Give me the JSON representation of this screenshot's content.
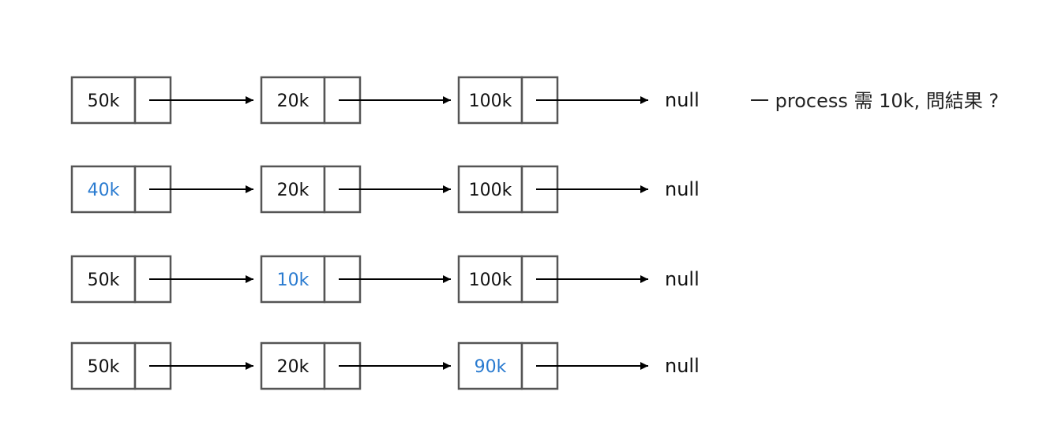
{
  "colors": {
    "text": "#111111",
    "highlight": "#2a7bd0",
    "border": "#555555",
    "arrow": "#000000"
  },
  "question": "一 process 需 10k, 問結果 ?",
  "rows": [
    {
      "name": "row-original",
      "nodes": [
        {
          "value": "50k",
          "highlight": false
        },
        {
          "value": "20k",
          "highlight": false
        },
        {
          "value": "100k",
          "highlight": false
        }
      ],
      "terminator": "null"
    },
    {
      "name": "row-first-fit",
      "nodes": [
        {
          "value": "40k",
          "highlight": true
        },
        {
          "value": "20k",
          "highlight": false
        },
        {
          "value": "100k",
          "highlight": false
        }
      ],
      "terminator": "null"
    },
    {
      "name": "row-best-fit",
      "nodes": [
        {
          "value": "50k",
          "highlight": false
        },
        {
          "value": "10k",
          "highlight": true
        },
        {
          "value": "100k",
          "highlight": false
        }
      ],
      "terminator": "null"
    },
    {
      "name": "row-worst-fit",
      "nodes": [
        {
          "value": "50k",
          "highlight": false
        },
        {
          "value": "20k",
          "highlight": false
        },
        {
          "value": "90k",
          "highlight": true
        }
      ],
      "terminator": "null"
    }
  ]
}
